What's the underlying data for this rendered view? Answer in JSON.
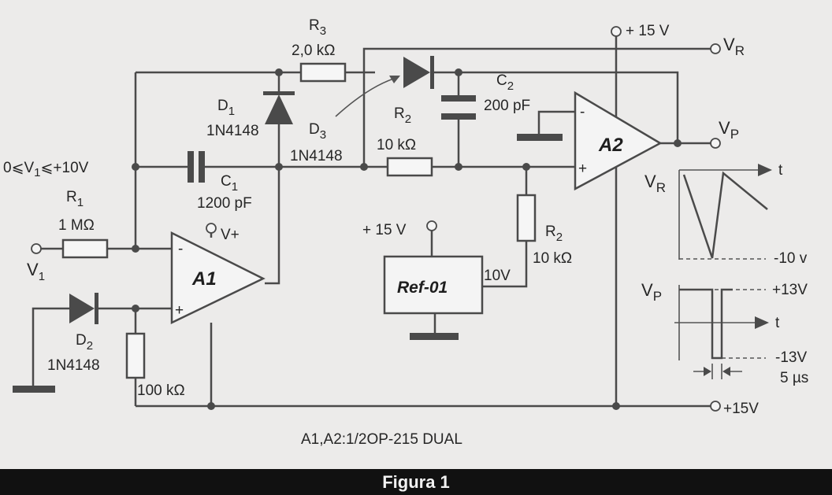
{
  "figure_title": "Figura 1",
  "caption": "A1,A2:1/2OP-215 DUAL",
  "amplifiers": {
    "a1": "A1",
    "a2": "A2"
  },
  "opamp_inputs": {
    "minus": "-",
    "plus": "+"
  },
  "supply": {
    "a1": "V+",
    "a2_top": "+ 15 V",
    "ref_in": "+ 15 V",
    "bottom_rail": "+15V"
  },
  "outputs": {
    "vr": {
      "main": "V",
      "sub": "R"
    },
    "vp": {
      "main": "V",
      "sub": "P"
    }
  },
  "input": {
    "name_main": "V",
    "name_sub": "1",
    "range_pre": "0⩽V",
    "range_sub": "1",
    "range_post": "⩽+10V"
  },
  "components": {
    "r1": {
      "main": "R",
      "sub": "1",
      "value": "1 MΩ"
    },
    "r3": {
      "main": "R",
      "sub": "3",
      "value": "2,0 kΩ"
    },
    "r2a": {
      "main": "R",
      "sub": "2",
      "value": "10 kΩ"
    },
    "r2b": {
      "main": "R",
      "sub": "2",
      "value": "10 kΩ"
    },
    "rb": {
      "value": "100 kΩ"
    },
    "c1": {
      "main": "C",
      "sub": "1",
      "value": "1200 pF"
    },
    "c2": {
      "main": "C",
      "sub": "2",
      "value": "200 pF"
    },
    "d1": {
      "main": "D",
      "sub": "1",
      "part": "1N4148"
    },
    "d2": {
      "main": "D",
      "sub": "2",
      "part": "1N4148"
    },
    "d3": {
      "main": "D",
      "sub": "3",
      "part": "1N4148"
    },
    "ref": {
      "name": "Ref-01",
      "out": "10V"
    }
  },
  "waveforms": {
    "axis_label": "t",
    "vr_level": "-10 v",
    "vp_high": "+13V",
    "vp_low": "-13V",
    "pulse_width": "5 µs"
  }
}
